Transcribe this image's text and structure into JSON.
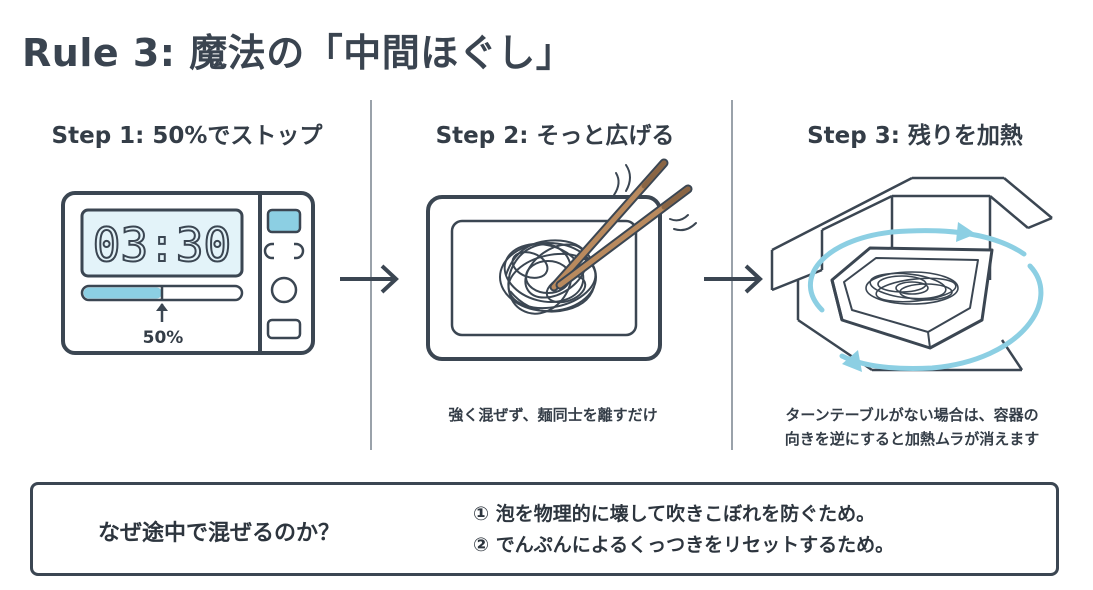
{
  "title": "Rule 3: 魔法の「中間ほぐし」",
  "steps": [
    {
      "title": "Step 1: 50%でストップ",
      "timer_display": "03:30",
      "progress_label": "50%",
      "progress_fraction": 0.5
    },
    {
      "title": "Step 2: そっと広げる",
      "caption": "強く混ぜず、麺同士を離すだけ"
    },
    {
      "title": "Step 3: 残りを加熱",
      "caption_lines": [
        "ターンテーブルがない場合は、容器の",
        "向きを逆にすると加熱ムラが消えます"
      ]
    }
  ],
  "reason_box": {
    "question": "なぜ途中で混ぜるのか？",
    "reasons": [
      "① 泡を物理的に壊して吹きこぼれを防ぐため。",
      "② でんぷんによるくっつきをリセットするため。"
    ]
  },
  "colors": {
    "outline": "#3b4652",
    "accent_blue": "#8ccfe3",
    "display_bg": "#e3f3f9",
    "chopstick": "#b98a5e"
  }
}
